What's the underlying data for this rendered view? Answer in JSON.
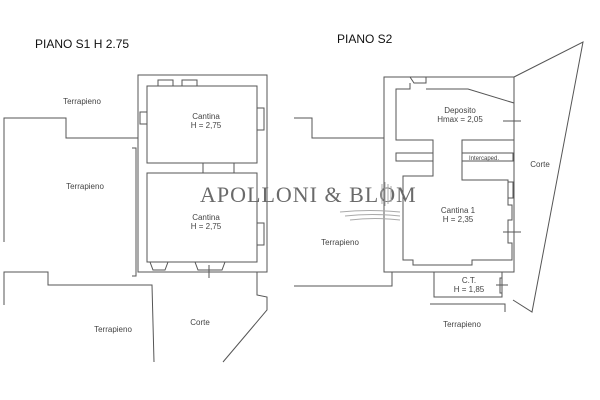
{
  "plan_s1": {
    "title": "PIANO S1 H 2.75",
    "rooms": [
      {
        "name": "Cantina",
        "height": "H = 2,75"
      },
      {
        "name": "Cantina",
        "height": "H = 2,75"
      }
    ],
    "labels": [
      "Terrapieno",
      "Terrapieno",
      "Terrapieno",
      "Corte"
    ]
  },
  "plan_s2": {
    "title": "PIANO S2",
    "rooms": [
      {
        "name": "Deposito",
        "height": "Hmax = 2,05"
      },
      {
        "name": "Cantina 1",
        "height": "H = 2,35"
      },
      {
        "name": "C.T.",
        "height": "H = 1,85"
      }
    ],
    "intercapedine": "Intercaped.",
    "labels": [
      "Corte",
      "Terrapieno",
      "Terrapieno"
    ]
  },
  "watermark": "APOLLONI & BLOM"
}
